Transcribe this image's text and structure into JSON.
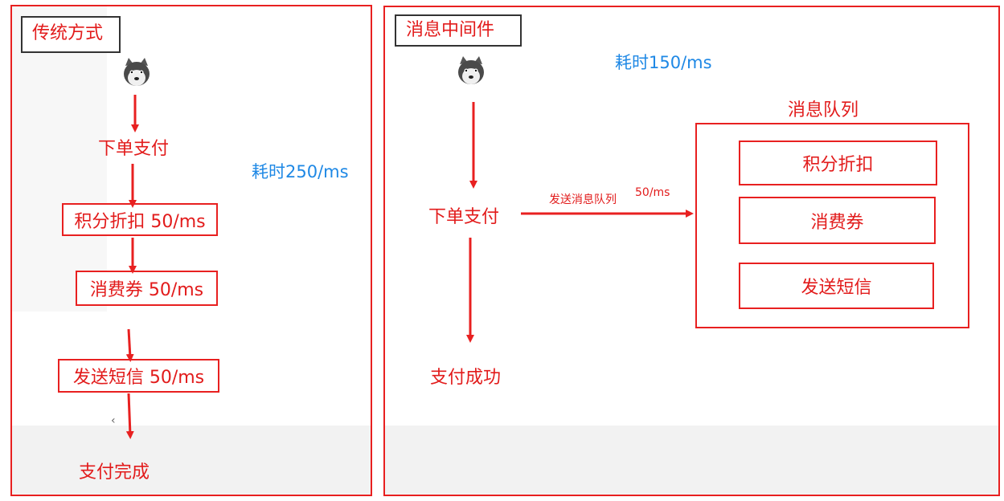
{
  "left_panel": {
    "title": "传统方式",
    "total_time": "耗时250/ms",
    "step_order": "下单支付",
    "step_points": "积分折扣 50/ms",
    "step_coupon": "消费券 50/ms",
    "step_sms": "发送短信 50/ms",
    "step_done": "支付完成",
    "scroll_glyph": "‹"
  },
  "right_panel": {
    "title": "消息中间件",
    "total_time": "耗时150/ms",
    "step_order": "下单支付",
    "send_label": "发送消息队列",
    "send_time": "50/ms",
    "step_success": "支付成功",
    "queue_title": "消息队列",
    "queue_items": [
      "积分折扣",
      "消费券",
      "发送短信"
    ]
  },
  "colors": {
    "red": "#e21b1b",
    "blue": "#1e88e5",
    "border": "#333333"
  },
  "icons": [
    "husky-avatar-icon",
    "husky-avatar-icon"
  ]
}
